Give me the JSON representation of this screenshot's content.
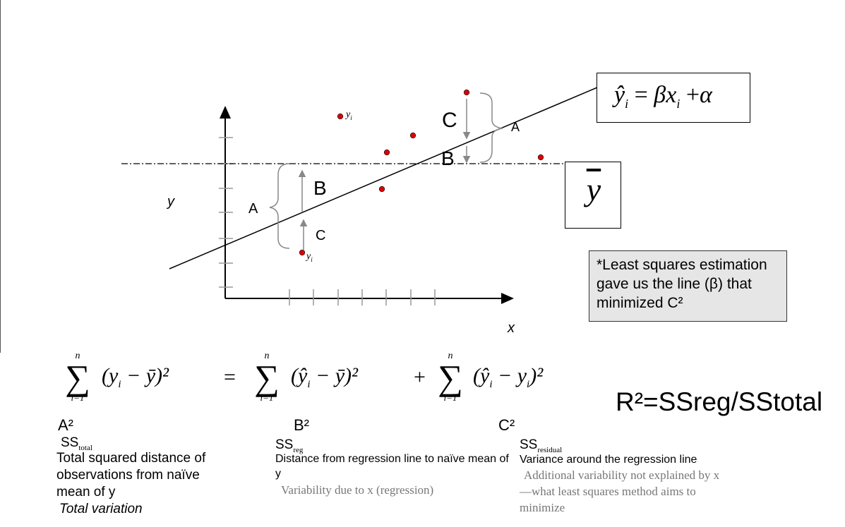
{
  "diagram": {
    "y_axis_label": "y",
    "x_axis_label": "x",
    "point_label_top": "y",
    "point_label_top_sub": "i",
    "point_label_bottom": "y",
    "point_label_bottom_sub": "i",
    "left_brace_label": "A",
    "left_upper_arrow_label": "B",
    "left_lower_arrow_label": "C",
    "right_upper_arrow_label": "C",
    "right_lower_arrow_label": "B",
    "right_brace_label": "A"
  },
  "regression_equation": {
    "lhs": "ŷ",
    "lhs_sub": "i",
    "equals": "=",
    "beta": "β",
    "x": "x",
    "x_sub": "i",
    "plus": "+",
    "alpha": "α"
  },
  "mean_box": {
    "symbol": "y"
  },
  "note": {
    "text": "*Least squares estimation gave us the line (β) that minimized C²"
  },
  "formula": {
    "sum_upper": "n",
    "sum_lower": "i=1",
    "term1": "(y",
    "term1_sub": "i",
    "term1_rest": " − ȳ)²",
    "equals": "=",
    "term2": "(ŷ",
    "term2_sub": "i",
    "term2_rest": " − ȳ)²",
    "plus": "+",
    "term3": "(ŷ",
    "term3_sub": "i",
    "term3_rest": " − y",
    "term3_sub2": "i",
    "term3_end": ")²"
  },
  "r_squared": "R²=SSreg/SStotal",
  "captions": [
    {
      "head": "A²",
      "ss": "SS",
      "ss_sub": "total",
      "desc": "Total squared distance of observations from naïve mean of y",
      "extra": "Total variation"
    },
    {
      "head": "B²",
      "ss": "SS",
      "ss_sub": "reg",
      "desc": "Distance from regression line to naïve mean of y",
      "extra": "Variability due to x (regression)"
    },
    {
      "head": "C²",
      "ss": "SS",
      "ss_sub": "residual",
      "desc": "Variance around the regression line",
      "extra": "Additional variability not explained by x—what least squares method aims to minimize"
    }
  ]
}
